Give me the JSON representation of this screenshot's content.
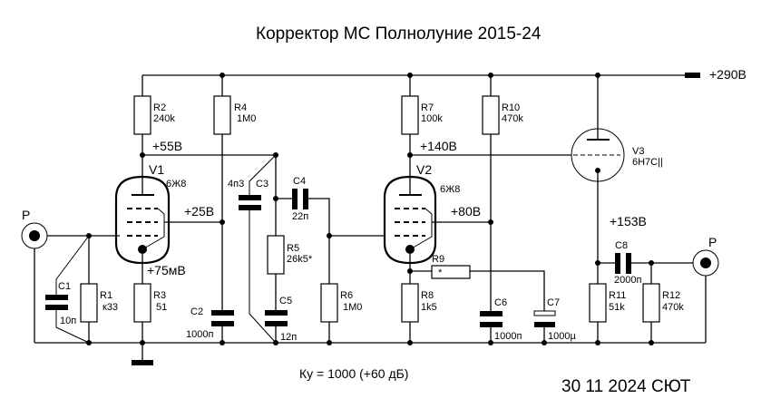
{
  "title": "Корректор МС Полнолуние 2015-24",
  "gain_note": "Ку = 1000 (+60 дБ)",
  "date_signature": "30 11 2024 СЮТ",
  "supply": {
    "label": "+290В"
  },
  "connectors": {
    "input": "P",
    "output": "P"
  },
  "tubes": {
    "V1": {
      "ref": "V1",
      "type": "6Ж8"
    },
    "V2": {
      "ref": "V2",
      "type": "6Ж8"
    },
    "V3": {
      "ref": "V3",
      "type": "6Н7С||"
    }
  },
  "voltages": {
    "v1_anode": "+55В",
    "v1_screen": "+25В",
    "v1_cathode": "+75мВ",
    "v2_anode": "+140В",
    "v2_screen": "+80В",
    "v3_cathode": "+153В"
  },
  "resistors": {
    "R1": {
      "ref": "R1",
      "value": "к33"
    },
    "R2": {
      "ref": "R2",
      "value": "240k"
    },
    "R3": {
      "ref": "R3",
      "value": "51"
    },
    "R4": {
      "ref": "R4",
      "value": "1M0"
    },
    "R5": {
      "ref": "R5",
      "value": "26k5*"
    },
    "R6": {
      "ref": "R6",
      "value": "1M0"
    },
    "R7": {
      "ref": "R7",
      "value": "100k"
    },
    "R8": {
      "ref": "R8",
      "value": "1k5"
    },
    "R9": {
      "ref": "R9",
      "value": "*"
    },
    "R10": {
      "ref": "R10",
      "value": "470k"
    },
    "R11": {
      "ref": "R11",
      "value": "51k"
    },
    "R12": {
      "ref": "R12",
      "value": "470k"
    }
  },
  "capacitors": {
    "C1": {
      "ref": "C1",
      "value": "10п"
    },
    "C2": {
      "ref": "C2",
      "value": "1000п"
    },
    "C3": {
      "ref": "C3",
      "value": "4п3"
    },
    "C4": {
      "ref": "C4",
      "value": "22п"
    },
    "C5": {
      "ref": "C5",
      "value": "12п"
    },
    "C6": {
      "ref": "C6",
      "value": "1000п"
    },
    "C7": {
      "ref": "C7",
      "value": "1000µ"
    },
    "C8": {
      "ref": "C8",
      "value": "2000п"
    }
  }
}
